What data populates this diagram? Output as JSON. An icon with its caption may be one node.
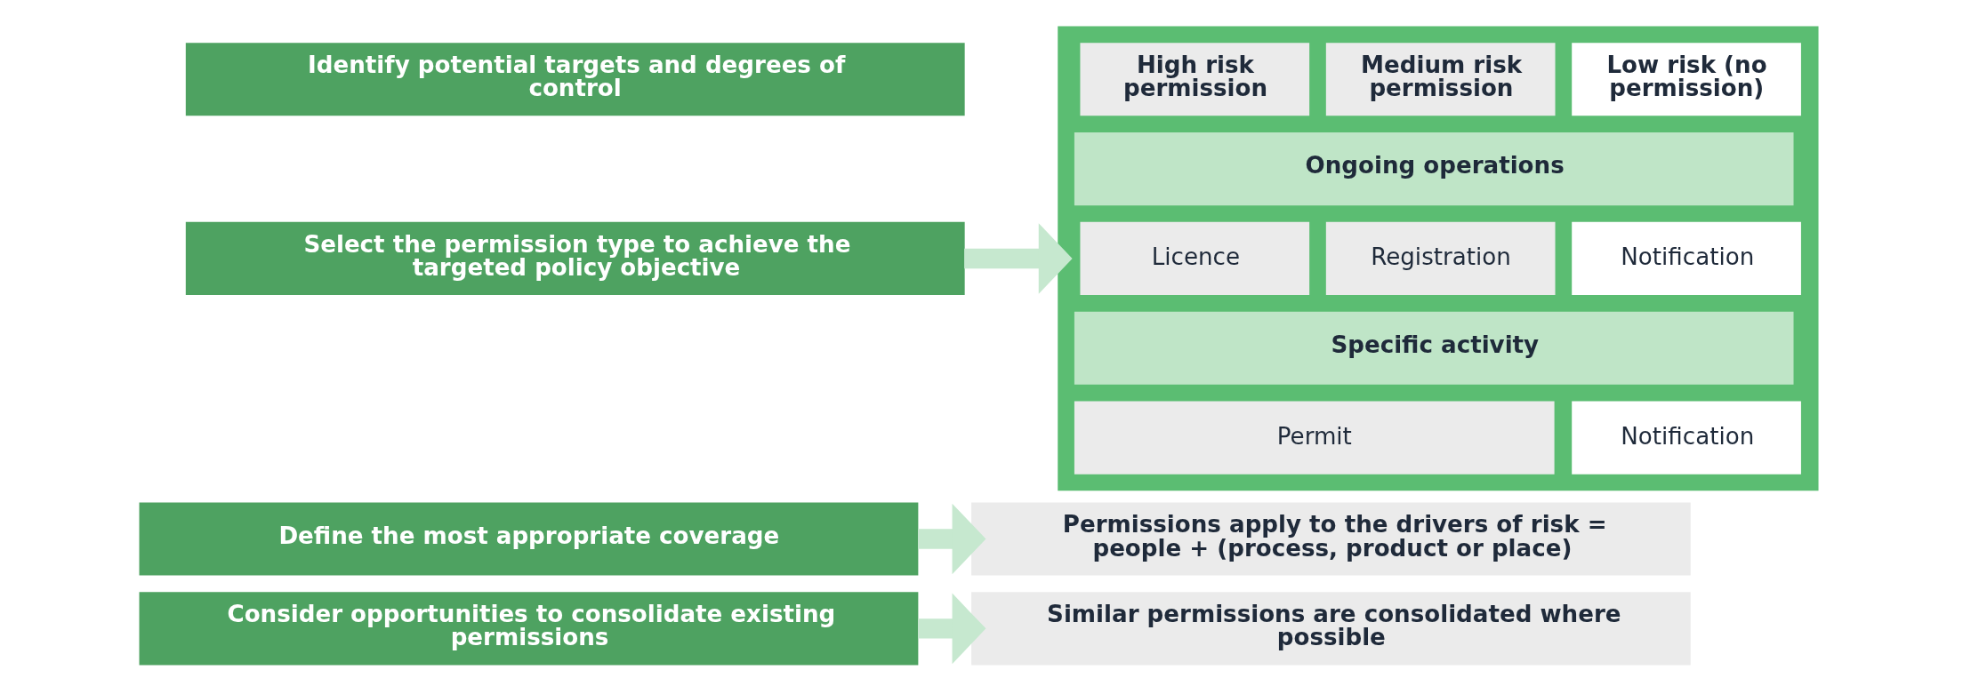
{
  "diagram": {
    "nodes": [
      {
        "text": [
          "Identify potential targets and degrees of control"
        ]
      },
      {
        "text": [
          "Select the permission type to achieve the targeted policy objective"
        ]
      },
      {
        "text": [
          "Define the most appropriate coverage"
        ]
      },
      {
        "text": [
          "Consider opportunities to consolidate existing permissions"
        ]
      },
      {
        "text": [],
        "shape": "box"
      },
      {
        "text": [
          "High risk permission"
        ],
        "in": 4
      },
      {
        "text": [
          "Medium risk permission"
        ],
        "in": 4
      },
      {
        "text": [
          "Low risk (no permission)"
        ],
        "in": 4
      },
      {
        "text": [
          "Ongoing operations"
        ],
        "in": 4
      },
      {
        "text": [
          "Licence"
        ],
        "in": 4
      },
      {
        "text": [
          "Registration"
        ],
        "in": 4
      },
      {
        "text": [
          "Notification"
        ],
        "in": 4
      },
      {
        "text": [
          "Specific activity"
        ],
        "in": 4
      },
      {
        "text": [
          "Permit"
        ],
        "in": 4
      },
      {
        "text": [
          "Notification"
        ],
        "in": 4
      },
      {
        "text": [
          "Permissions apply to the drivers of risk = people + (process, product or place)"
        ]
      },
      {
        "text": [
          "Similar permissions are consolidated where possible"
        ]
      }
    ],
    "edges": [
      {
        "from": 1,
        "to": 4,
        "arrow": "to"
      },
      {
        "from": 2,
        "to": 15,
        "arrow": "to"
      },
      {
        "from": 3,
        "to": 16,
        "arrow": "to"
      }
    ]
  }
}
